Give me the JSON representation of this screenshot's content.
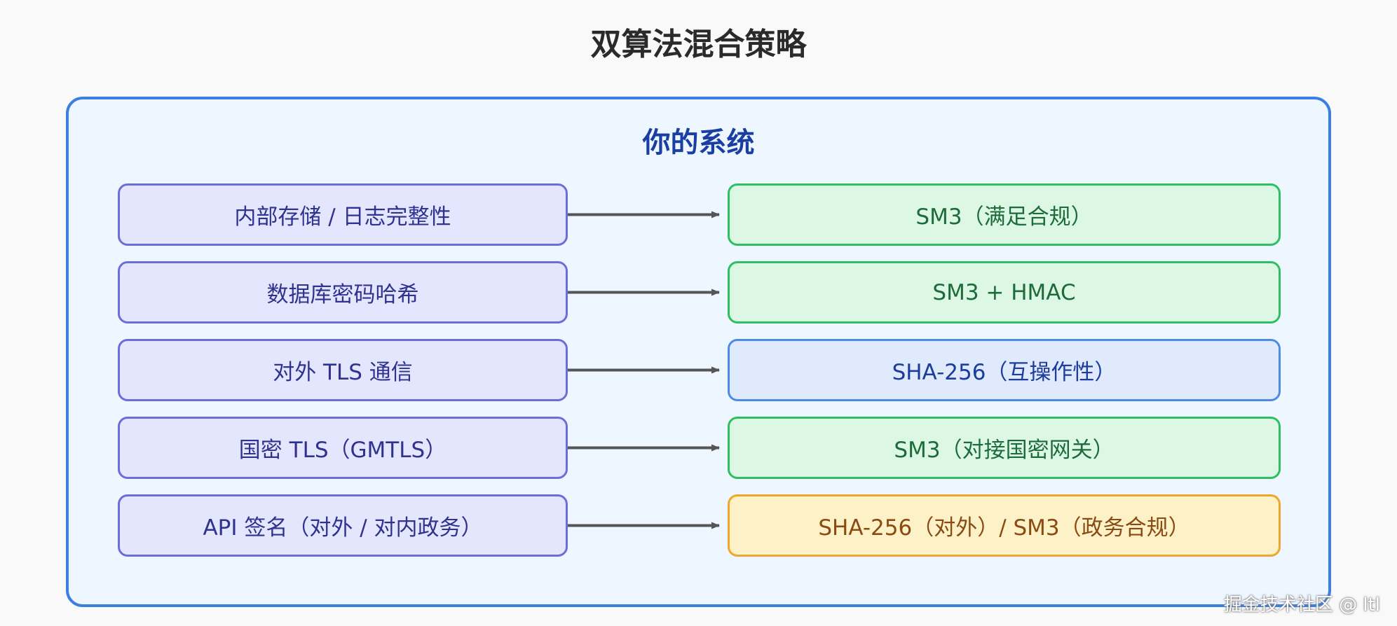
{
  "title": "双算法混合策略",
  "system": {
    "title": "你的系统"
  },
  "rows": [
    {
      "left": "内部存储 / 日志完整性",
      "right": "SM3（满足合规）",
      "right_style": "green"
    },
    {
      "left": "数据库密码哈希",
      "right": "SM3 + HMAC",
      "right_style": "green"
    },
    {
      "left": "对外 TLS 通信",
      "right": "SHA-256（互操作性）",
      "right_style": "blue"
    },
    {
      "left": "国密 TLS（GMTLS）",
      "right": "SM3（对接国密网关）",
      "right_style": "green"
    },
    {
      "left": "API 签名（对外 / 对内政务）",
      "right": "SHA-256（对外）/ SM3（政务合规）",
      "right_style": "amber"
    }
  ],
  "colors": {
    "panel_border": "#3d7fe0",
    "left_border": "#6b6ed9",
    "green_border": "#2fbf63",
    "blue_border": "#4d8be6",
    "amber_border": "#eea72a",
    "arrow": "#555555"
  },
  "watermark": "掘金技术社区 @ ltl"
}
